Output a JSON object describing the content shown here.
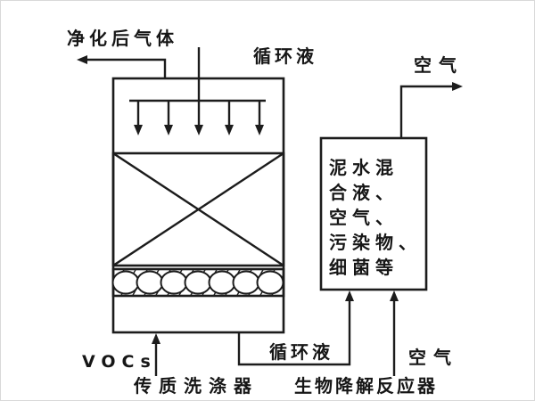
{
  "colors": {
    "line": "#1c1c1c",
    "background": "#ffffff"
  },
  "labels": {
    "purified_gas": "净化后气体",
    "circulating_liquid_top": "循环液",
    "circulating_liquid_bottom": "循环液",
    "air_outlet": "空气",
    "air_inlet": "空气",
    "vocs_inlet": "VOCs",
    "scrubber_caption": "传质洗涤器",
    "reactor_caption": "生物降解反应器"
  },
  "reactor_contents": {
    "full_text": "泥水混合液、空气、污染物、细菌等",
    "lines": [
      "泥水混",
      "合液、",
      "空气、",
      "污染物、",
      "细菌等"
    ]
  }
}
